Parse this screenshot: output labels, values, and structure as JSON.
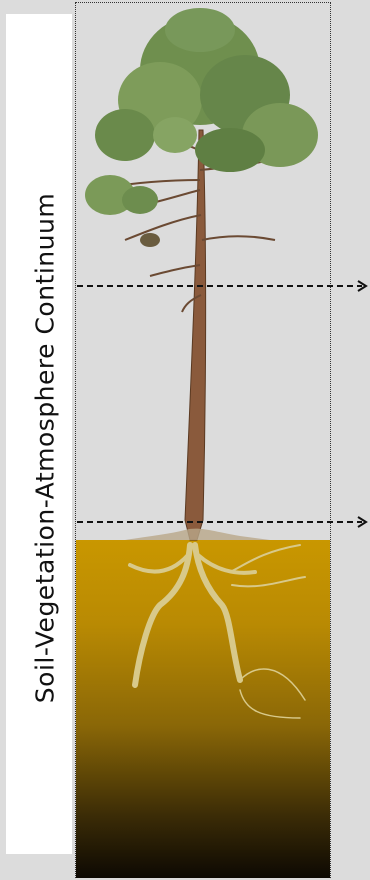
{
  "title": "Soil-Vegetation-Atmosphere Continuum",
  "colors": {
    "background": "#dcdcdc",
    "soil_top": "#c99700",
    "soil_bottom": "#0d0903",
    "roots": "#d8c98a",
    "trunk": "#8a5a3c",
    "foliage": "#6f8f4e"
  },
  "icons": {
    "upper_arrow": "dashed-right-arrow",
    "lower_arrow": "dashed-right-arrow"
  }
}
